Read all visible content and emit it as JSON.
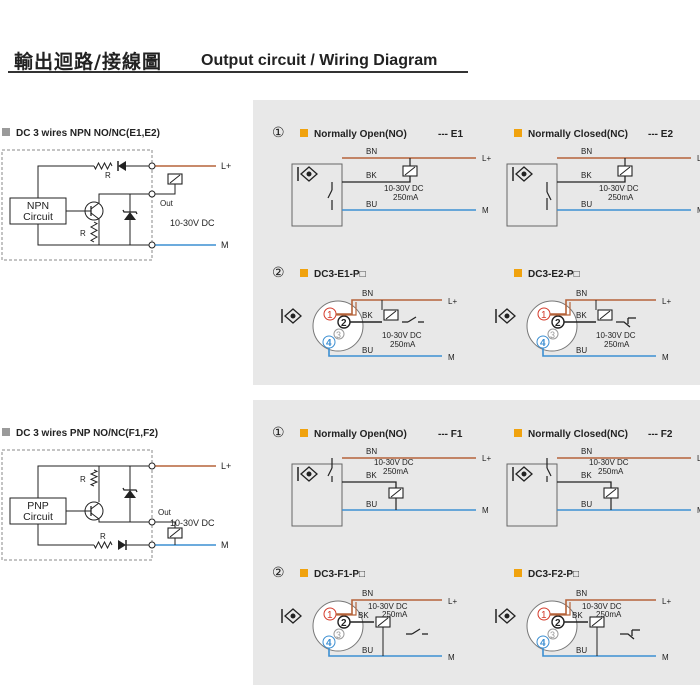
{
  "header": {
    "title_zh": "輸出迴路/接線圖",
    "title_en": "Output circuit / Wiring Diagram"
  },
  "colors": {
    "brown": "#b5633a",
    "blue": "#3c8fd2",
    "orange": "#f0a20e",
    "panel": "#e8e8e8",
    "gray_square": "#9a9a9a",
    "red": "#d43a2a"
  },
  "npn": {
    "section_title": "DC 3 wires NPN NO/NC(E1,E2)",
    "circuit_label_1": "NPN",
    "circuit_label_2": "Circuit",
    "r_top": "R",
    "r_side": "R",
    "out": "Out",
    "voltage": "10-30V DC",
    "l_plus": "L+",
    "m": "M",
    "row1": {
      "num": "①",
      "left_title": "Normally Open(NO)",
      "left_code": "--- E1",
      "right_title": "Normally Closed(NC)",
      "right_code": "--- E2"
    },
    "row2": {
      "num": "②",
      "left_title": "DC3-E1-P□",
      "right_title": "DC3-E2-P□"
    }
  },
  "pnp": {
    "section_title": "DC 3 wires PNP NO/NC(F1,F2)",
    "circuit_label_1": "PNP",
    "circuit_label_2": "Circuit",
    "r_top": "R",
    "r_side": "R",
    "out": "Out",
    "voltage": "10-30V DC",
    "l_plus": "L+",
    "m": "M",
    "row1": {
      "num": "①",
      "left_title": "Normally Open(NO)",
      "left_code": "--- F1",
      "right_title": "Normally Closed(NC)",
      "right_code": "--- F2"
    },
    "row2": {
      "num": "②",
      "left_title": "DC3-F1-P□",
      "right_title": "DC3-F2-P□"
    }
  },
  "wires": {
    "bn": "BN",
    "bk": "BK",
    "bu": "BU",
    "voltage": "10-30V DC",
    "current": "250mA",
    "l_plus": "L+",
    "m": "M"
  },
  "pins": {
    "p1": "1",
    "p2": "2",
    "p3": "3",
    "p4": "4"
  }
}
